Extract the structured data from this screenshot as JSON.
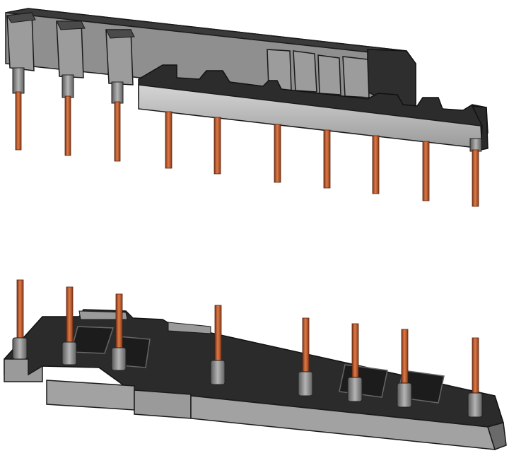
{
  "colors": {
    "background": "#ffffff",
    "plastic_dark": "#2b2b2b",
    "plastic_mid": "#8a8a8a",
    "plastic_light": "#c8c8c8",
    "plastic_edge": "#1a1a1a",
    "copper": "#b8572a",
    "copper_dark": "#7a3518",
    "copper_light": "#e07a45",
    "sleeve": "#7a7a7a",
    "sleeve_light": "#b0b0b0"
  },
  "parts": [
    {
      "id": "upper-wiring-bridge",
      "pin_count": 10
    },
    {
      "id": "lower-wiring-bridge",
      "pin_count": 8
    }
  ]
}
